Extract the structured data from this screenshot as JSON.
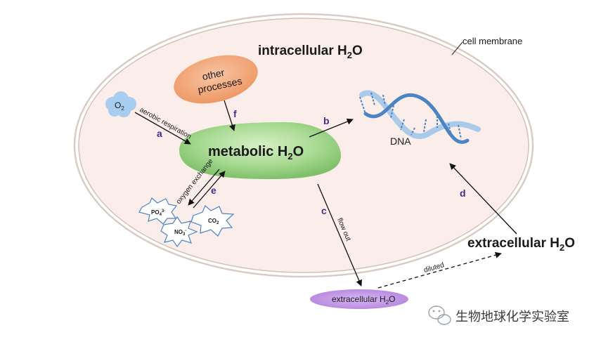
{
  "title": {
    "main": "intracellular H",
    "sub": "2",
    "tail": "O"
  },
  "cell_membrane_label": "cell membrane",
  "metabolic": {
    "main": "metabolic H",
    "sub": "2",
    "tail": "O"
  },
  "other_processes": {
    "line1": "other",
    "line2": "processes"
  },
  "o2": {
    "main": "O",
    "sub": "2"
  },
  "dna_label": "DNA",
  "extracellular_big": {
    "main": "extracellular H",
    "sub": "2",
    "tail": "O"
  },
  "extracellular_small": {
    "main": "extracellular H",
    "sub": "2",
    "tail": "O"
  },
  "ions": {
    "po4": {
      "main": "PO",
      "sub": "4",
      "sup": "3-"
    },
    "co2": {
      "main": "CO",
      "sub": "2"
    },
    "no3": {
      "main": "NO",
      "sub": "3",
      "sup": "-"
    }
  },
  "arrows": {
    "a": {
      "letter": "a",
      "label": "aerobic respiration"
    },
    "b": {
      "letter": "b"
    },
    "c": {
      "letter": "c",
      "label": "flow out"
    },
    "d": {
      "letter": "d"
    },
    "e": {
      "letter": "e",
      "label": "oxygen exchange"
    },
    "f": {
      "letter": "f"
    },
    "diluted": {
      "label": "diluted"
    }
  },
  "watermark": "生物地球化学实验室",
  "colors": {
    "cell_fill": "#fbeeea",
    "membrane": "#d9c6bf",
    "metabolic_fill": "#8fce7c",
    "other_fill": "#f2a57a",
    "o2_fill": "#a9cdf0",
    "extra_small_fill": "#b98ae0",
    "dna_dark": "#4c83c3",
    "dna_light": "#a9cbe9",
    "letter": "#4b2a8c"
  }
}
